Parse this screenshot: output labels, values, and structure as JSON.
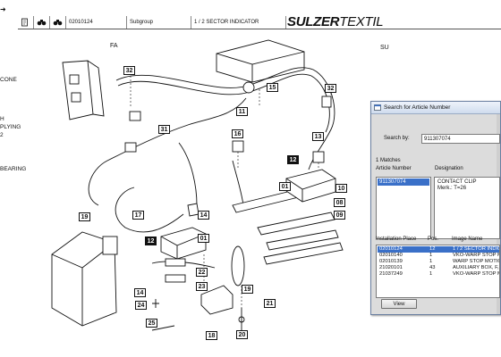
{
  "toolbar": {
    "doc_number": "02010124",
    "subgroup_label": "Subgroup",
    "page_indicator": "1 / 2 SECTOR INDICATOR"
  },
  "brand": {
    "bold": "SULZER",
    "thin": "TEXTIL"
  },
  "left_strip": {
    "items": [
      "CONE",
      "H",
      "PLYING",
      "2",
      "BEARING"
    ]
  },
  "diagram": {
    "region_left": "FA",
    "region_right": "SU",
    "callouts": [
      {
        "label": "32",
        "dark": false
      },
      {
        "label": "15",
        "dark": false
      },
      {
        "label": "32",
        "dark": false
      },
      {
        "label": "11",
        "dark": false
      },
      {
        "label": "31",
        "dark": false
      },
      {
        "label": "16",
        "dark": false
      },
      {
        "label": "13",
        "dark": false
      },
      {
        "label": "12",
        "dark": true
      },
      {
        "label": "01",
        "dark": false
      },
      {
        "label": "10",
        "dark": false
      },
      {
        "label": "08",
        "dark": false
      },
      {
        "label": "09",
        "dark": false
      },
      {
        "label": "17",
        "dark": false
      },
      {
        "label": "14",
        "dark": false
      },
      {
        "label": "19",
        "dark": false
      },
      {
        "label": "12",
        "dark": true
      },
      {
        "label": "01",
        "dark": false
      },
      {
        "label": "22",
        "dark": false
      },
      {
        "label": "23",
        "dark": false
      },
      {
        "label": "14",
        "dark": false
      },
      {
        "label": "24",
        "dark": false
      },
      {
        "label": "19",
        "dark": false
      },
      {
        "label": "21",
        "dark": false
      },
      {
        "label": "25",
        "dark": false
      },
      {
        "label": "18",
        "dark": false
      },
      {
        "label": "20",
        "dark": false
      }
    ]
  },
  "dialog": {
    "title": "Search for Article Number",
    "search_label": "Search by:",
    "search_value": "911307074",
    "matches_text": "1 Matches",
    "article_col": "Article Number",
    "designation_col": "Designation",
    "selected_article": "911307074",
    "designation_lines": [
      "CONTACT CLIP",
      "Merk.: T=26"
    ],
    "table_headers": [
      "Installation Place",
      "Pos.",
      "Image Name"
    ],
    "rows": [
      {
        "place": "02010124",
        "pos": "12",
        "image": "1 / 2 SECTOR INDICA",
        "selected": true
      },
      {
        "place": "02010140",
        "pos": "1",
        "image": "VKO-WARP STOP M",
        "selected": false
      },
      {
        "place": "02010139",
        "pos": "1",
        "image": "WARP STOP MOTIO",
        "selected": false
      },
      {
        "place": "21020101",
        "pos": "43",
        "image": "AUXILIARY BOX, F, V",
        "selected": false
      },
      {
        "place": "21037249",
        "pos": "1",
        "image": "VKO-WARP STOP M",
        "selected": false
      }
    ],
    "view_label": "View"
  }
}
